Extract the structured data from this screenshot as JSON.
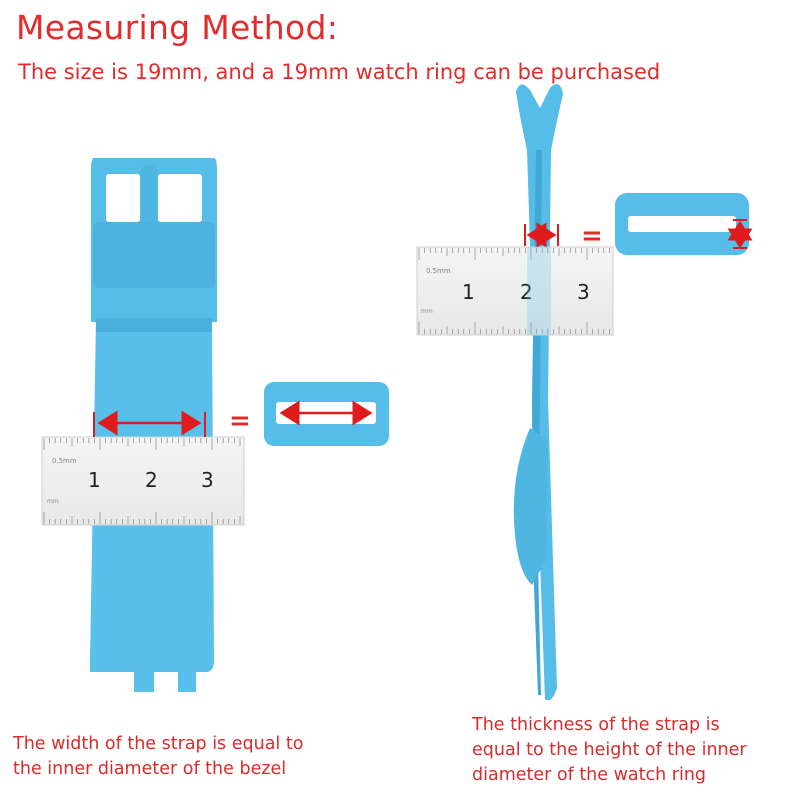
{
  "title": "Measuring Method:",
  "subtitle": "The size is 19mm, and a 19mm watch ring can be purchased",
  "left_caption": {
    "line1": "The width of the strap is equal to",
    "line2": "the inner diameter of the bezel"
  },
  "right_caption": {
    "line1": "The thickness of the strap is",
    "line2": "equal to the height of the inner",
    "line3": "diameter of the watch ring"
  },
  "equals_sign": "=",
  "ruler": {
    "numbers": [
      "1",
      "2",
      "3"
    ],
    "scale_label": "0.5",
    "unit_label": "mm",
    "small_unit": "mm"
  },
  "colors": {
    "text_red": "#e32b2b",
    "strap_blue": "#55bde8",
    "arrow_red": "#e01b1b"
  }
}
